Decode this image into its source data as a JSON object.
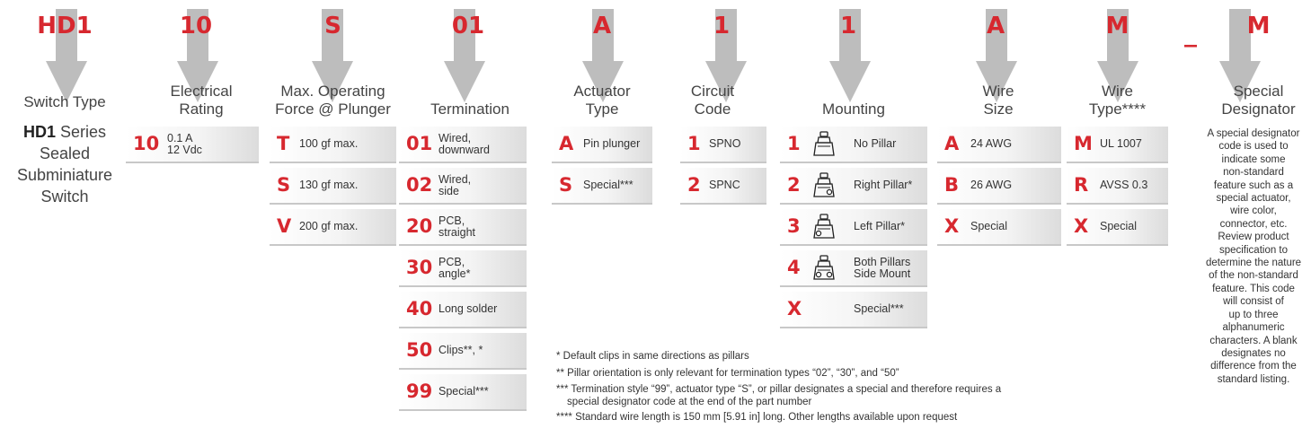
{
  "colors": {
    "accent": "#d7282f",
    "arrow": "#bdbdbd",
    "text": "#444444"
  },
  "columns": [
    {
      "code": "HD1",
      "title": "Switch Type"
    },
    {
      "code": "10",
      "title": "Electrical Rating"
    },
    {
      "code": "S",
      "title": "Max. Operating Force @ Plunger"
    },
    {
      "code": "01",
      "title": "Termination"
    },
    {
      "code": "A",
      "title": "Actuator Type"
    },
    {
      "code": "1",
      "title": "Circuit Code"
    },
    {
      "code": "1",
      "title": "Mounting"
    },
    {
      "code": "A",
      "title": "Wire Size"
    },
    {
      "code": "M",
      "title": "Wire Type****"
    },
    {
      "code": "M",
      "title": "Special Designator",
      "prefix": "_"
    }
  ],
  "switch_type": {
    "bold": "HD1",
    "rest_line1": " Series",
    "line2": "Sealed",
    "line3": "Subminiature",
    "line4": "Switch"
  },
  "electrical": [
    {
      "key": "10",
      "line1": "0.1 A",
      "line2": "12 Vdc"
    }
  ],
  "force": [
    {
      "key": "T",
      "desc": "100 gf max."
    },
    {
      "key": "S",
      "desc": "130 gf max."
    },
    {
      "key": "V",
      "desc": "200 gf max."
    }
  ],
  "termination": [
    {
      "key": "01",
      "line1": "Wired,",
      "line2": "downward"
    },
    {
      "key": "02",
      "line1": "Wired,",
      "line2": "side"
    },
    {
      "key": "20",
      "line1": "PCB,",
      "line2": "straight"
    },
    {
      "key": "30",
      "line1": "PCB,",
      "line2": "angle*"
    },
    {
      "key": "40",
      "line1": "Long solder",
      "line2": ""
    },
    {
      "key": "50",
      "line1": "Clips**, *",
      "line2": ""
    },
    {
      "key": "99",
      "line1": "Special***",
      "line2": ""
    }
  ],
  "actuator": [
    {
      "key": "A",
      "desc": "Pin plunger"
    },
    {
      "key": "S",
      "desc": "Special***"
    }
  ],
  "circuit": [
    {
      "key": "1",
      "desc": "SPNO"
    },
    {
      "key": "2",
      "desc": "SPNC"
    }
  ],
  "mounting": [
    {
      "key": "1",
      "line1": "No Pillar",
      "line2": "",
      "icon": "switch-no-pillar-icon"
    },
    {
      "key": "2",
      "line1": "Right Pillar*",
      "line2": "",
      "icon": "switch-right-pillar-icon"
    },
    {
      "key": "3",
      "line1": "Left Pillar*",
      "line2": "",
      "icon": "switch-left-pillar-icon"
    },
    {
      "key": "4",
      "line1": "Both Pillars",
      "line2": "Side Mount",
      "icon": "switch-both-pillars-icon"
    },
    {
      "key": "X",
      "line1": "Special***",
      "line2": "",
      "icon": ""
    }
  ],
  "wire_size": [
    {
      "key": "A",
      "desc": "24 AWG"
    },
    {
      "key": "B",
      "desc": "26 AWG"
    },
    {
      "key": "X",
      "desc": "Special"
    }
  ],
  "wire_type": [
    {
      "key": "M",
      "desc": "UL 1007"
    },
    {
      "key": "R",
      "desc": "AVSS 0.3"
    },
    {
      "key": "X",
      "desc": "Special"
    }
  ],
  "special_text": [
    "A special designator",
    "code is used to",
    "indicate some",
    "non-standard",
    "feature such as a",
    "special actuator,",
    "wire color,",
    "connector, etc.",
    "Review product",
    "specification to",
    "determine the nature",
    "of the non-standard",
    "feature. This code",
    "will consist of",
    "up to three",
    "alphanumeric",
    "characters. A blank",
    "designates no",
    "difference from the",
    "standard listing."
  ],
  "footnotes": [
    "* Default clips in same directions as pillars",
    "** Pillar orientation is only relevant for termination types “02”, “30”, and “50”",
    "*** Termination style “99”, actuator type “S”, or pillar designates a special and therefore requires a",
    "special designator code at the end of the part number",
    "**** Standard wire length is 150 mm [5.91 in] long. Other lengths available upon request"
  ]
}
